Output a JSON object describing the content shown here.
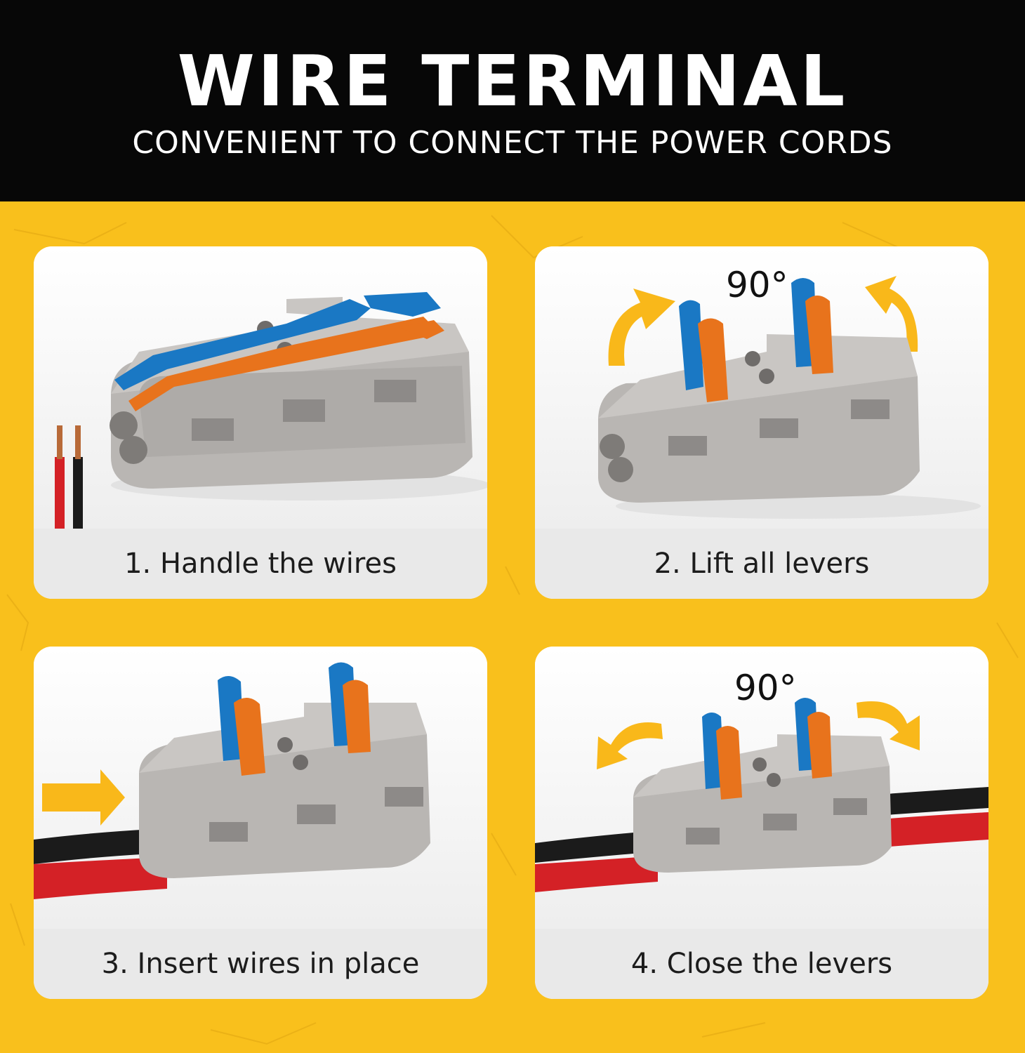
{
  "header": {
    "title": "WIRE TERMINAL",
    "subtitle": "CONVENIENT TO CONNECT THE POWER CORDS"
  },
  "steps": [
    {
      "caption": "1. Handle the wires",
      "levers": "closed",
      "wires_inserted": false
    },
    {
      "caption": "2. Lift all levers",
      "levers": "open",
      "wires_inserted": false,
      "angle_label": "90°"
    },
    {
      "caption": "3. Insert wires in place",
      "levers": "open",
      "wires_inserted": true
    },
    {
      "caption": "4. Close the levers",
      "levers": "open",
      "wires_inserted": true,
      "angle_label": "90°"
    }
  ],
  "colors": {
    "header_background": "#070707",
    "background_yellow": "#f9c01c",
    "arrow_yellow": "#f9b81a",
    "caption_bar": "#e9e9e9",
    "connector_gray": "#b7b4b1",
    "lever_blue": "#1a78c4",
    "lever_orange": "#e8731c",
    "wire_red": "#d42126",
    "wire_black": "#1b1b1b"
  }
}
